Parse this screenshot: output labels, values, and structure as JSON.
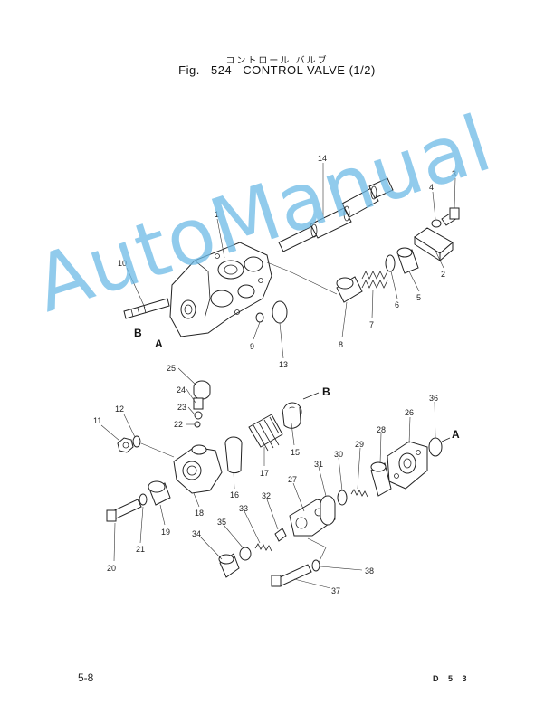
{
  "header": {
    "subtitle_jp": "コントロール バルブ",
    "fig_prefix": "Fig.",
    "fig_number": "524",
    "title": "CONTROL VALVE (1/2)"
  },
  "watermark": "AutoManual",
  "footer": {
    "page": "5-8",
    "model": "D 5 3"
  },
  "port_labels": {
    "a_upper": "A",
    "b_upper": "B",
    "b_lower": "B",
    "a_lower": "A"
  },
  "callouts": [
    "1",
    "2",
    "3",
    "4",
    "5",
    "6",
    "7",
    "8",
    "9",
    "10",
    "11",
    "12",
    "13",
    "14",
    "15",
    "16",
    "17",
    "18",
    "19",
    "20",
    "21",
    "22",
    "23",
    "24",
    "25",
    "26",
    "27",
    "28",
    "29",
    "30",
    "31",
    "32",
    "33",
    "34",
    "35",
    "36",
    "37",
    "38"
  ]
}
